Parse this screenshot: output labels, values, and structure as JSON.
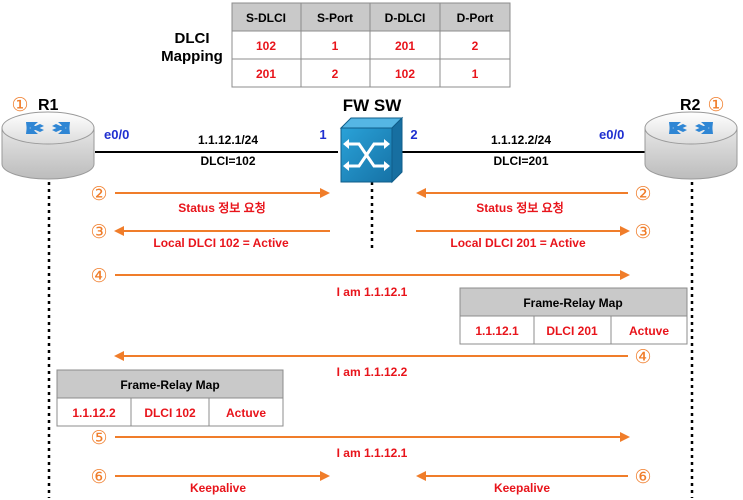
{
  "dlci_table": {
    "caption_line1": "DLCI",
    "caption_line2": "Mapping",
    "headers": [
      "S-DLCI",
      "S-Port",
      "D-DLCI",
      "D-Port"
    ],
    "rows": [
      [
        "102",
        "1",
        "201",
        "2"
      ],
      [
        "201",
        "2",
        "102",
        "1"
      ]
    ]
  },
  "routers": {
    "r1": {
      "label": "R1",
      "step": "①",
      "interface": "e0/0",
      "ip": "1.1.12.1/24",
      "dlci": "DLCI=102"
    },
    "r2": {
      "label": "R2",
      "step": "①",
      "interface": "e0/0",
      "ip": "1.1.12.2/24",
      "dlci": "DLCI=201"
    }
  },
  "switch": {
    "label": "FW SW",
    "port_left": "1",
    "port_right": "2"
  },
  "messages": {
    "step2": "②",
    "step3": "③",
    "step4": "④",
    "step5": "⑤",
    "step6": "⑥",
    "status_request_left": "Status 정보 요청",
    "status_request_right": "Status 정보 요청",
    "local_dlci_left": "Local DLCI 102 = Active",
    "local_dlci_right": "Local DLCI 201 = Active",
    "i_am_r1_first": "I am 1.1.12.1",
    "i_am_r2": "I am 1.1.12.2",
    "i_am_r1_second": "I am 1.1.12.1",
    "keepalive_left": "Keepalive",
    "keepalive_right": "Keepalive"
  },
  "frame_relay_map_r2": {
    "title": "Frame-Relay Map",
    "cells": [
      "1.1.12.1",
      "DLCI 201",
      "Actuve"
    ]
  },
  "frame_relay_map_r1": {
    "title": "Frame-Relay Map",
    "cells": [
      "1.1.12.2",
      "DLCI 102",
      "Actuve"
    ]
  },
  "colors": {
    "arrow": "#f07d2a",
    "red_text": "#e8141b",
    "blue_text": "#1f2fd0",
    "step_circle": "#f07d2a",
    "table_header_bg": "#c9c9c9",
    "table_border": "#8c8c8c",
    "switch_blue": "#1e8fc8"
  }
}
